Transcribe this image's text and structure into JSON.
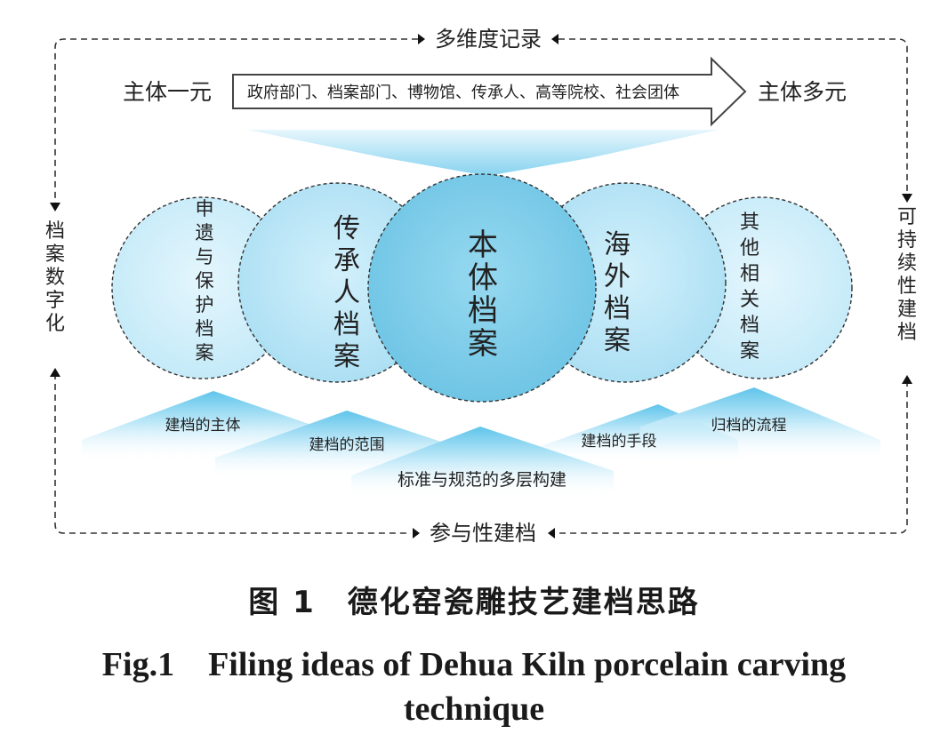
{
  "diagram": {
    "top_label": "多维度记录",
    "bottom_label": "参与性建档",
    "left_label": "档案数字化",
    "right_label": "可持续性建档",
    "subject_single": "主体一元",
    "subject_multi": "主体多元",
    "subjects_banner": "政府部门、档案部门、博物馆、传承人、高等院校、社会团体",
    "circles": [
      {
        "label": "申遗与保护档案"
      },
      {
        "label": "传承人档案"
      },
      {
        "label": "本体档案"
      },
      {
        "label": "海外档案"
      },
      {
        "label": "其他相关档案"
      }
    ],
    "base_arrows": [
      "建档的主体",
      "建档的范围",
      "标准与规范的多层构建",
      "建档的手段",
      "归档的流程"
    ],
    "colors": {
      "light_blue": "#cdeefa",
      "mid_blue": "#a8def3",
      "center_blue": "#7fcde9",
      "arrow_blue": "#7fd0ee"
    }
  },
  "caption": {
    "cn": "图 1　德化窑瓷雕技艺建档思路",
    "en_line1": "Fig.1　Filing ideas of Dehua Kiln porcelain carving",
    "en_line2": "technique"
  }
}
